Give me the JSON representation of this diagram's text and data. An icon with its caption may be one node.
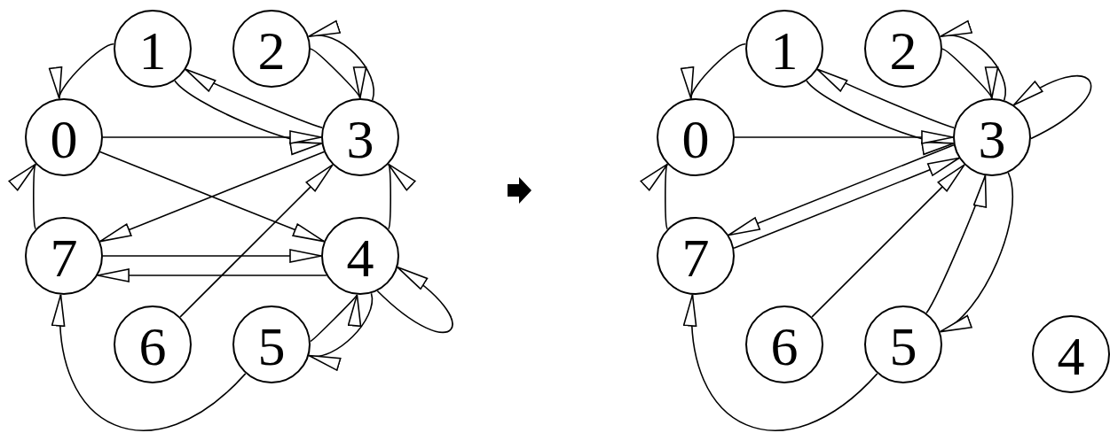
{
  "diagram": {
    "nodes": [
      {
        "text": [
          "1"
        ]
      },
      {
        "text": [
          "2"
        ]
      },
      {
        "text": [
          "0"
        ]
      },
      {
        "text": [
          "3"
        ]
      },
      {
        "text": [
          "7"
        ]
      },
      {
        "text": [
          "4"
        ]
      },
      {
        "text": [
          "6"
        ]
      },
      {
        "text": [
          "5"
        ]
      },
      {
        "text": [
          "1"
        ]
      },
      {
        "text": [
          "2"
        ]
      },
      {
        "text": [
          "0"
        ]
      },
      {
        "text": [
          "3"
        ]
      },
      {
        "text": [
          "7"
        ]
      },
      {
        "text": [
          "6"
        ]
      },
      {
        "text": [
          "5"
        ]
      },
      {
        "text": [
          "4"
        ]
      }
    ],
    "edges": [
      {
        "from": 0,
        "to": 2,
        "arrow": "to"
      },
      {
        "from": 0,
        "to": 3,
        "arrow": "to"
      },
      {
        "from": 3,
        "to": 0,
        "arrow": "to"
      },
      {
        "from": 1,
        "to": 3,
        "arrow": "to"
      },
      {
        "from": 3,
        "to": 1,
        "arrow": "to"
      },
      {
        "from": 2,
        "to": 3,
        "arrow": "to"
      },
      {
        "from": 2,
        "to": 5,
        "arrow": "to"
      },
      {
        "from": 3,
        "to": 4,
        "arrow": "to"
      },
      {
        "from": 6,
        "to": 3,
        "arrow": "to"
      },
      {
        "from": 4,
        "to": 2,
        "arrow": "to"
      },
      {
        "from": 4,
        "to": 5,
        "arrow": "to"
      },
      {
        "from": 5,
        "to": 4,
        "arrow": "to"
      },
      {
        "from": 5,
        "to": 3,
        "arrow": "to"
      },
      {
        "from": 5,
        "to": 5,
        "arrow": "to"
      },
      {
        "from": 7,
        "to": 5,
        "arrow": "to"
      },
      {
        "from": 5,
        "to": 7,
        "arrow": "to"
      },
      {
        "from": 7,
        "to": 4,
        "arrow": "to"
      },
      {
        "from": 8,
        "to": 10,
        "arrow": "to"
      },
      {
        "from": 8,
        "to": 11,
        "arrow": "to"
      },
      {
        "from": 11,
        "to": 8,
        "arrow": "to"
      },
      {
        "from": 9,
        "to": 11,
        "arrow": "to"
      },
      {
        "from": 11,
        "to": 9,
        "arrow": "to"
      },
      {
        "from": 10,
        "to": 11,
        "arrow": "to"
      },
      {
        "from": 11,
        "to": 11,
        "arrow": "to"
      },
      {
        "from": 11,
        "to": 12,
        "arrow": "to"
      },
      {
        "from": 12,
        "to": 11,
        "arrow": "to"
      },
      {
        "from": 13,
        "to": 11,
        "arrow": "to"
      },
      {
        "from": 12,
        "to": 10,
        "arrow": "to"
      },
      {
        "from": 14,
        "to": 11,
        "arrow": "to"
      },
      {
        "from": 11,
        "to": 14,
        "arrow": "to"
      },
      {
        "from": 14,
        "to": 12,
        "arrow": "to"
      }
    ]
  }
}
